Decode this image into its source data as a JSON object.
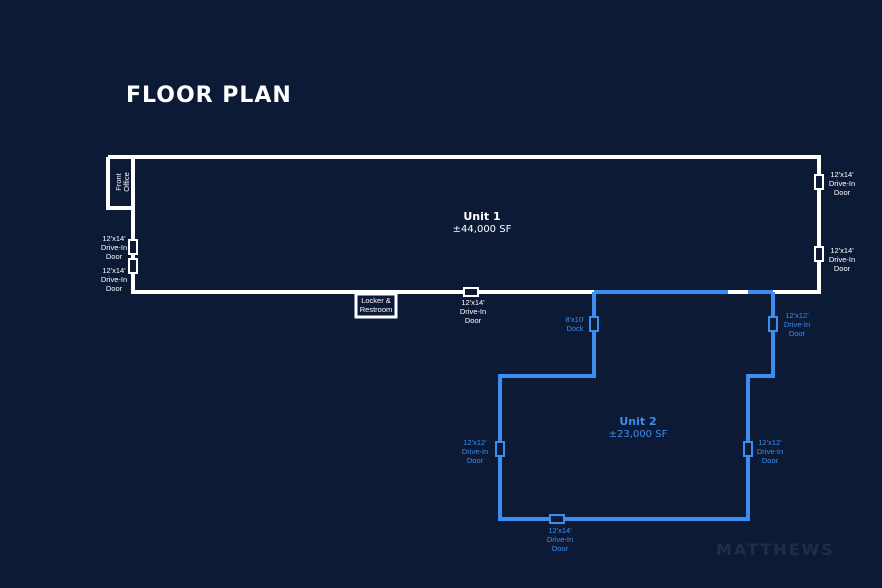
{
  "title": "FLOOR PLAN",
  "watermark": "MATTHEWS",
  "colors": {
    "background": "#0d1a36",
    "unit1": "#ffffff",
    "unit2": "#3b8ef0"
  },
  "unit1": {
    "name": "Unit 1",
    "area": "±44,000 SF",
    "front_office": [
      "Front",
      "Office"
    ],
    "locker": [
      "Locker &",
      "Restroom"
    ],
    "doors": [
      [
        "12'x14'",
        "Drive-In",
        "Door"
      ],
      [
        "12'x14'",
        "Drive-In",
        "Door"
      ],
      [
        "12'x14'",
        "Drive-In",
        "Door"
      ],
      [
        "12'x14'",
        "Drive-In",
        "Door"
      ],
      [
        "12'x14'",
        "Drive-In",
        "Door"
      ]
    ]
  },
  "unit2": {
    "name": "Unit 2",
    "area": "±23,000 SF",
    "dock": [
      "8'x10'",
      "Dock"
    ],
    "doors": [
      [
        "12'x12'",
        "Drive-In",
        "Door"
      ],
      [
        "12'x12'",
        "Drive-In",
        "Door"
      ],
      [
        "12'x12'",
        "Drive-In",
        "Door"
      ],
      [
        "12'x14'",
        "Drive-In",
        "Door"
      ]
    ]
  }
}
